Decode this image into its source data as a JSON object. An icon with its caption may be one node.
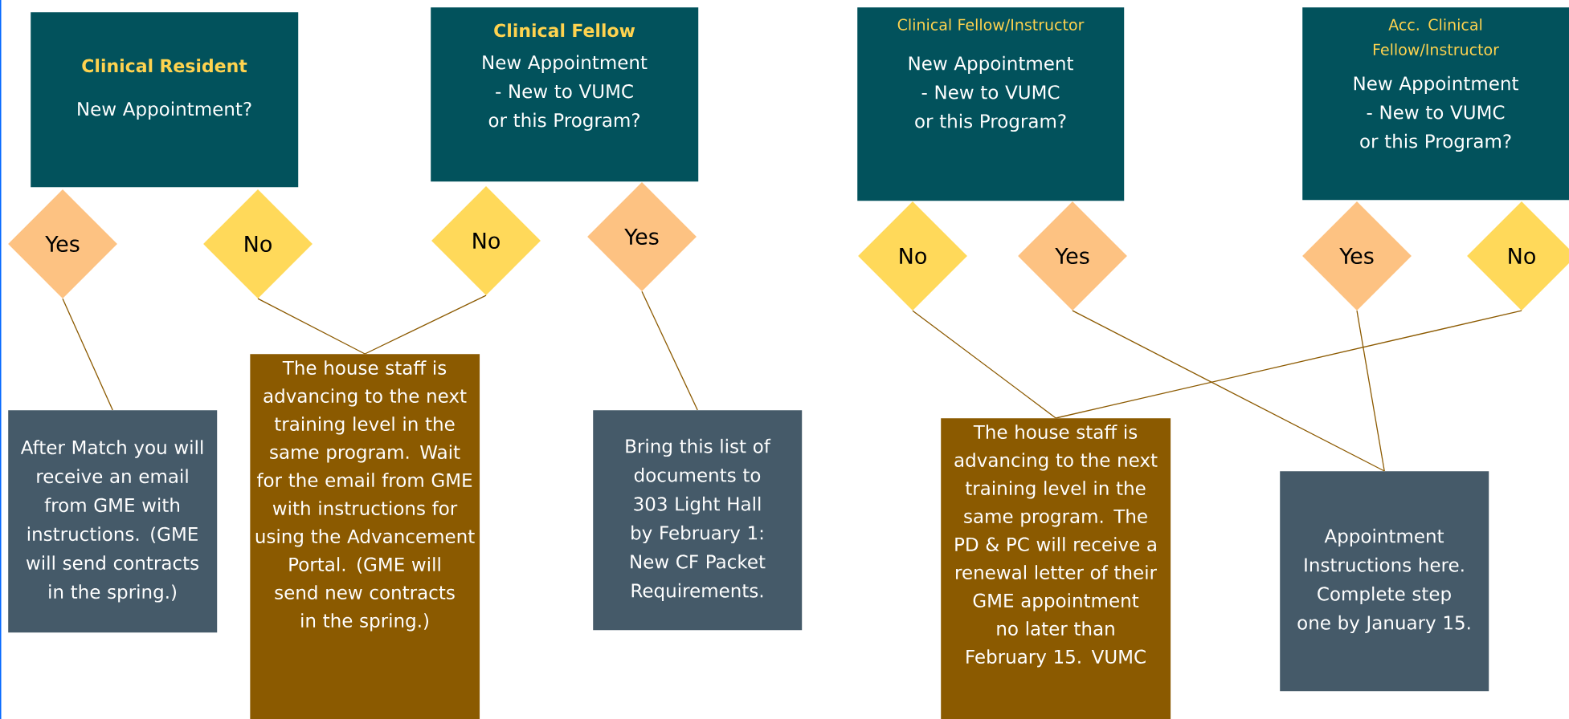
{
  "diagram": {
    "nodes": [
      {
        "text": [
          "Clinical Resident",
          "New Appointment?"
        ]
      },
      {
        "text": [
          "Clinical Fellow",
          "New Appointment - New to VUMC or this Program?"
        ]
      },
      {
        "text": [
          "Clinical Fellow/Instructor",
          "New Appointment - New to VUMC or this Program?"
        ]
      },
      {
        "text": [
          "Acc. Clinical Fellow/Instructor",
          "New Appointment - New to VUMC or this Program?"
        ]
      },
      {
        "text": [
          "Yes"
        ]
      },
      {
        "text": [
          "No"
        ]
      },
      {
        "text": [
          "No"
        ]
      },
      {
        "text": [
          "Yes"
        ]
      },
      {
        "text": [
          "No"
        ]
      },
      {
        "text": [
          "Yes"
        ]
      },
      {
        "text": [
          "Yes"
        ]
      },
      {
        "text": [
          "No"
        ]
      },
      {
        "text": [
          "After Match you will receive an email from GME with instructions. (GME will send contracts in the spring.)"
        ]
      },
      {
        "text": [
          "The house staff is advancing to the next training level in the same program. Wait for the email from GME with instructions for using the Advancement Portal. (GME will send new contracts in the spring.)"
        ]
      },
      {
        "text": [
          "Bring this list of documents to 303 Light Hall by February 1: New CF Packet Requirements."
        ]
      },
      {
        "text": [
          "The house staff is advancing to the next training level in the same program. The PD & PC will receive a renewal letter of their GME appointment no later than February 15. VUMC"
        ]
      },
      {
        "text": [
          "Appointment Instructions here. Complete step one by January 15."
        ]
      }
    ],
    "edges": [
      {
        "from": 4,
        "to": 12,
        "arrow": "none"
      },
      {
        "from": 5,
        "to": 13,
        "arrow": "none"
      },
      {
        "from": 6,
        "to": 13,
        "arrow": "none"
      },
      {
        "from": 7,
        "to": 14,
        "arrow": "none"
      },
      {
        "from": 8,
        "to": 15,
        "arrow": "none"
      },
      {
        "from": 9,
        "to": 16,
        "arrow": "none"
      },
      {
        "from": 10,
        "to": 16,
        "arrow": "none"
      },
      {
        "from": 11,
        "to": 15,
        "arrow": "none"
      }
    ]
  }
}
